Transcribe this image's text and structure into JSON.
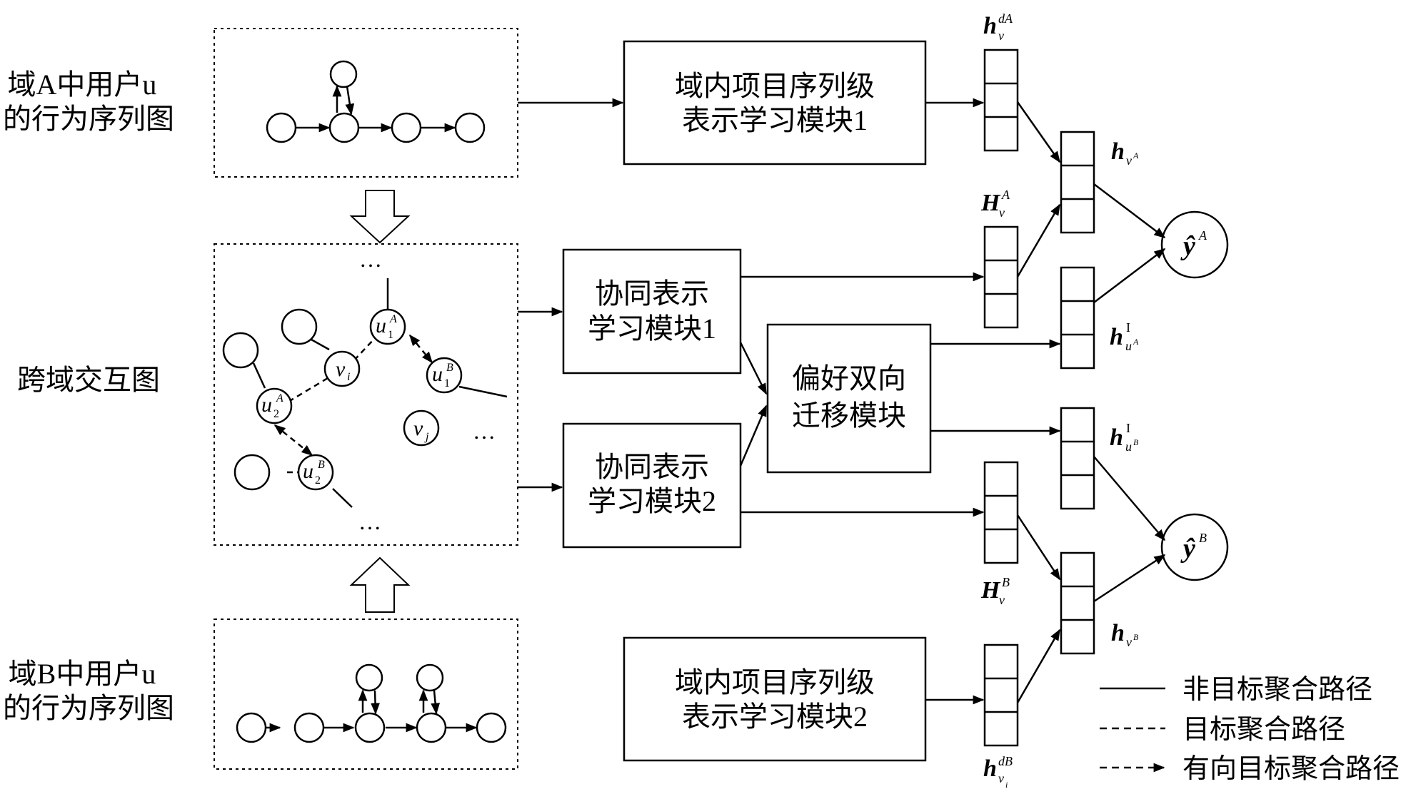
{
  "left_labels": {
    "domain_a_line1": "域A中用户u",
    "domain_a_line2": "的行为序列图",
    "cross_domain": "跨域交互图",
    "domain_b_line1": "域B中用户u",
    "domain_b_line2": "的行为序列图"
  },
  "modules": {
    "intra_seq_1_line1": "域内项目序列级",
    "intra_seq_1_line2": "表示学习模块1",
    "collab_1_line1": "协同表示",
    "collab_1_line2": "学习模块1",
    "pref_transfer_line1": "偏好双向",
    "pref_transfer_line2": "迁移模块",
    "collab_2_line1": "协同表示",
    "collab_2_line2": "学习模块2",
    "intra_seq_2_line1": "域内项目序列级",
    "intra_seq_2_line2": "表示学习模块2"
  },
  "graph_nodes": {
    "vi": "v",
    "vi_sub": "i",
    "vj": "v",
    "vj_sub": "j",
    "u1a": "u",
    "u1a_sub": "1",
    "u1a_sup": "A",
    "u1b": "u",
    "u1b_sub": "1",
    "u1b_sup": "B",
    "u2a": "u",
    "u2a_sub": "2",
    "u2a_sup": "A",
    "u2b": "u",
    "u2b_sub": "2",
    "u2b_sup": "B",
    "ellipsis": "…"
  },
  "vectors": {
    "h_v_dA": {
      "base": "h",
      "sub": "v",
      "sup": "dA"
    },
    "h_vA": {
      "base": "h",
      "sub": "v",
      "subsup": "A"
    },
    "H_v_A": {
      "base": "H",
      "sub": "v",
      "sup": "A"
    },
    "h_uA_I": {
      "base": "h",
      "sub": "u",
      "subsup": "A",
      "sup": "I"
    },
    "h_uB_I": {
      "base": "h",
      "sub": "u",
      "subsup": "B",
      "sup": "I"
    },
    "H_v_B": {
      "base": "H",
      "sub": "v",
      "sup": "B"
    },
    "h_vB": {
      "base": "h",
      "sub": "v",
      "subsup": "B"
    },
    "h_vi_dB": {
      "base": "h",
      "sub": "v",
      "subsub": "i",
      "sup": "dB"
    }
  },
  "outputs": {
    "y_a": {
      "base": "ŷ",
      "sup": "A"
    },
    "y_b": {
      "base": "ŷ",
      "sup": "B"
    }
  },
  "legend": {
    "solid": "非目标聚合路径",
    "dashed": "目标聚合路径",
    "dashed_arrow": "有向目标聚合路径"
  },
  "colors": {
    "stroke": "#000000",
    "background": "#ffffff"
  }
}
